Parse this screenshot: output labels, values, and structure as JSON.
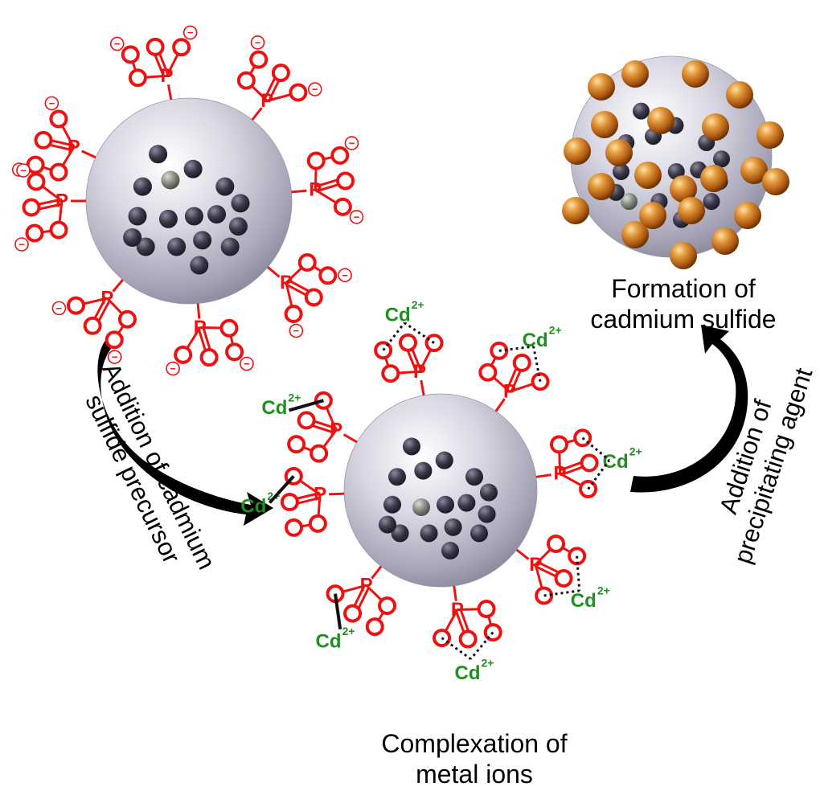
{
  "captions": {
    "formation": [
      "Formation of",
      "cadmium sulfide"
    ],
    "complexation": [
      "Complexation of",
      "metal ions"
    ],
    "addition_precursor": [
      "Addition of cadmium",
      "sulfide precursor"
    ],
    "addition_agent": [
      "Addition of",
      "precipitating agent"
    ]
  },
  "labels": {
    "phosphorus": "P",
    "oxygen": "O",
    "cadmium": "Cd",
    "cadmium_charge": "2+",
    "negative_charge": "−"
  },
  "colors": {
    "phosphate": "#ee1111",
    "cadmium": "#1f8f1f",
    "arrow": "#000000",
    "core_sphere": "#c9c8d6",
    "embedded_dot": "#3a3848",
    "cds_particle": "#c8741e"
  }
}
